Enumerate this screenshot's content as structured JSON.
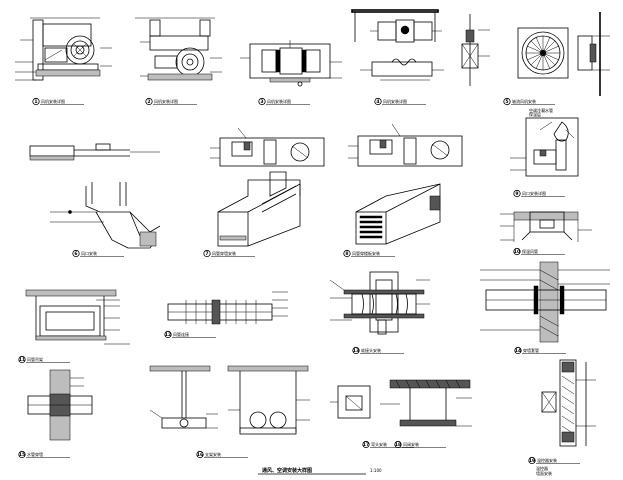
{
  "sheet": {
    "title": "通风、空调安装大样图",
    "scale": "1:100"
  },
  "details": [
    {
      "num": "1",
      "caption": "风机安装详图"
    },
    {
      "num": "2",
      "caption": "风机安装详图"
    },
    {
      "num": "3",
      "caption": "风机安装详图"
    },
    {
      "num": "4",
      "caption": "风机安装详图"
    },
    {
      "num": "5",
      "caption": "轴流风机安装"
    },
    {
      "num": "6",
      "caption": "风口安装"
    },
    {
      "num": "7",
      "caption": "风管穿墙安装"
    },
    {
      "num": "8",
      "caption": "风管穿楼板安装"
    },
    {
      "num": "9",
      "caption": "风口安装详图"
    },
    {
      "num": "10",
      "caption": "保温风管"
    },
    {
      "num": "11",
      "caption": "风管吊架"
    },
    {
      "num": "12",
      "caption": "风管连接"
    },
    {
      "num": "13",
      "caption": "软接头安装"
    },
    {
      "num": "14",
      "caption": "穿墙套管"
    },
    {
      "num": "15",
      "caption": "水管穿墙"
    },
    {
      "num": "16",
      "caption": "支架安装"
    },
    {
      "num": "17",
      "caption": "弯头安装"
    },
    {
      "num": "18",
      "caption": "风阀安装"
    },
    {
      "num": "19",
      "caption": "温控器安装"
    }
  ],
  "figure_9_notes": {
    "line1": "空调冷凝水管",
    "line2": "保温层"
  },
  "figure_19_notes": {
    "line1": "温控器",
    "line2": "墙面安装"
  }
}
